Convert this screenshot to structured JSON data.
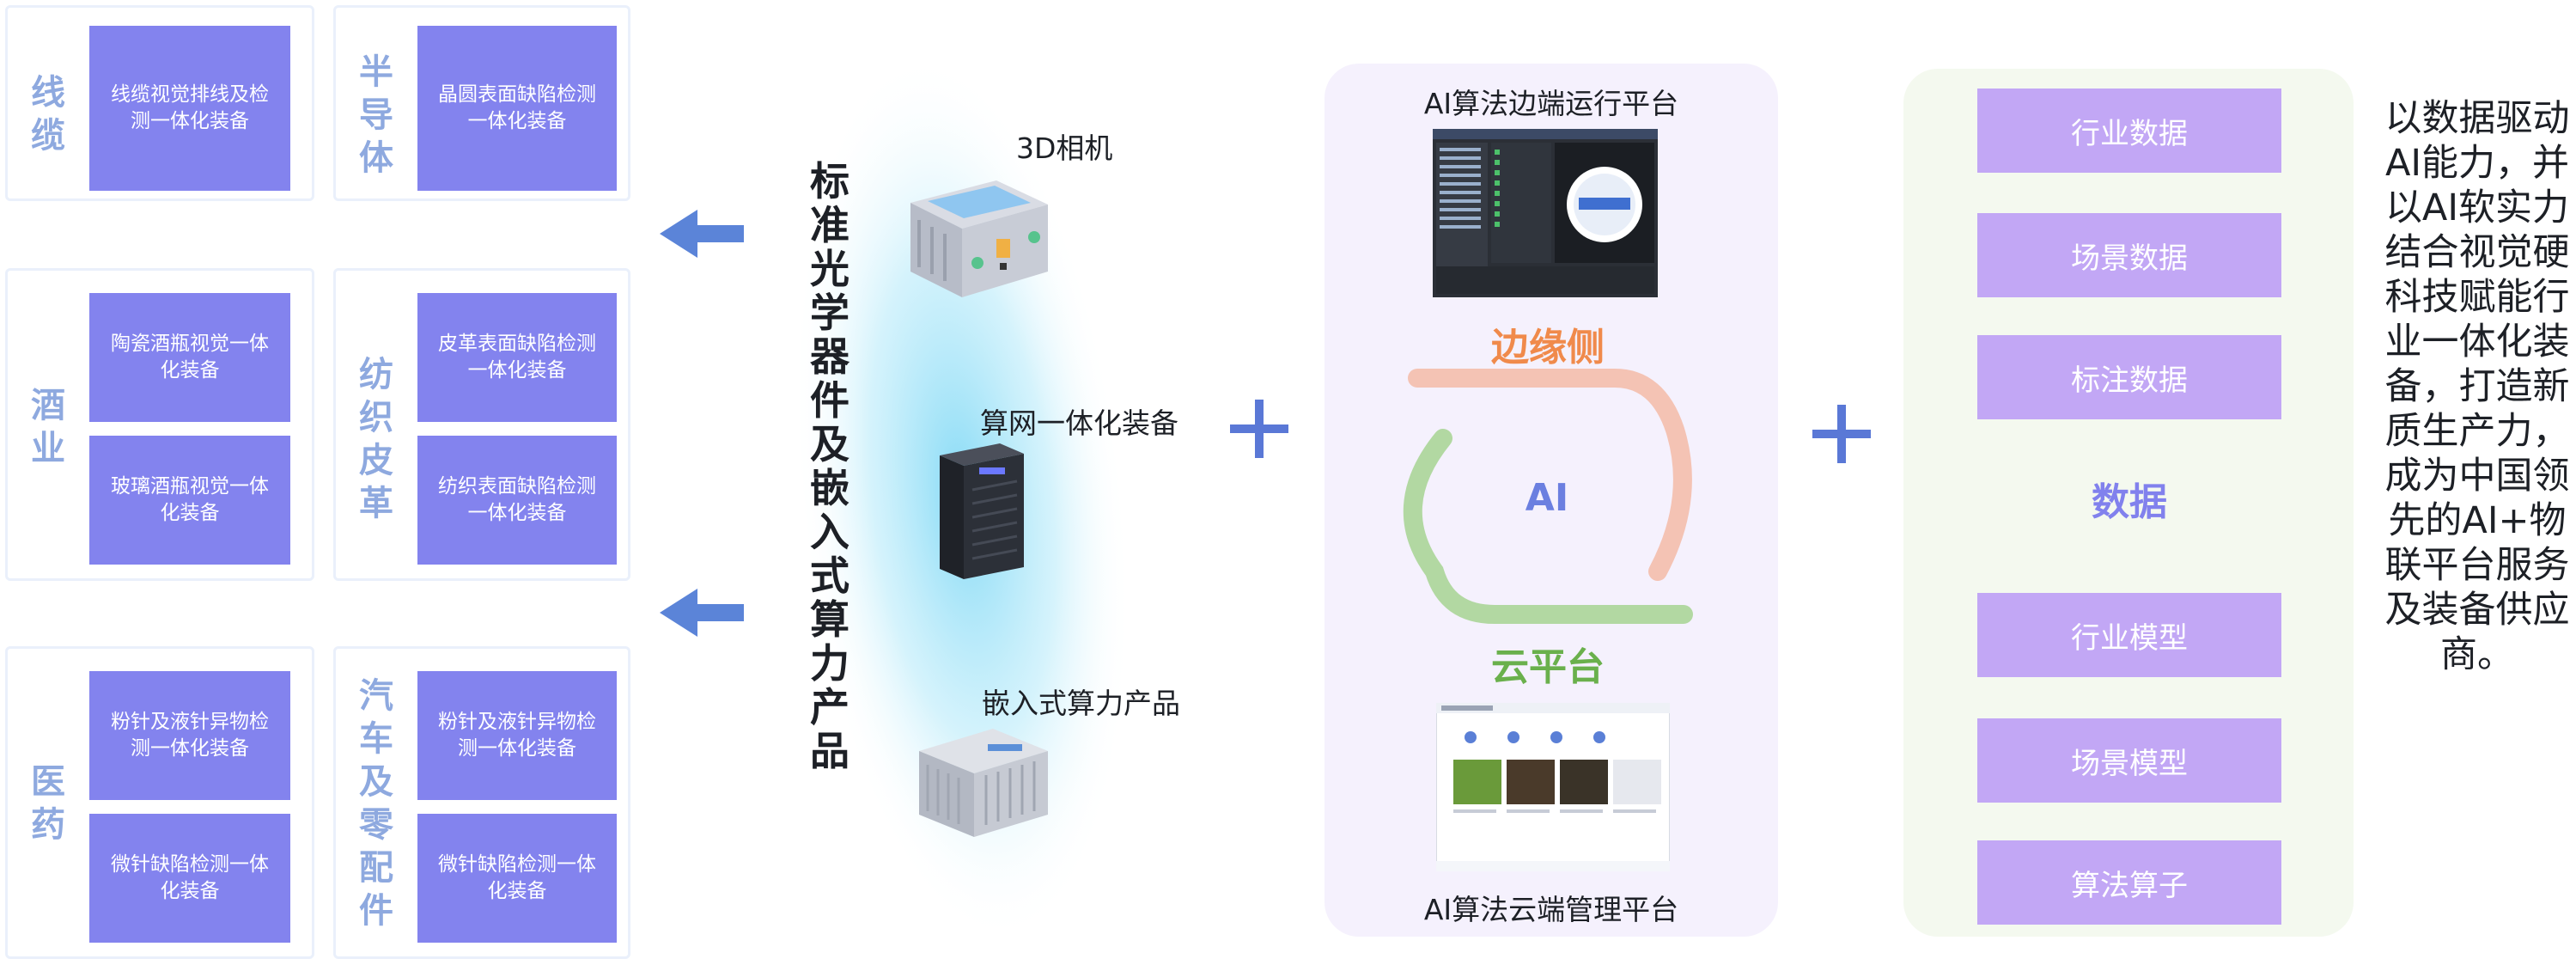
{
  "industries": [
    {
      "label": "线缆",
      "items": [
        "线缆视觉排线及检测一体化装备"
      ]
    },
    {
      "label": "半导体",
      "items": [
        "晶圆表面缺陷检测一体化装备"
      ]
    },
    {
      "label": "酒业",
      "items": [
        "陶瓷酒瓶视觉一体化装备",
        "玻璃酒瓶视觉一体化装备"
      ]
    },
    {
      "label": "纺织皮革",
      "items": [
        "皮革表面缺陷检测一体化装备",
        "纺织表面缺陷检测一体化装备"
      ]
    },
    {
      "label": "医药",
      "items": [
        "粉针及液针异物检测一体化装备",
        "微针缺陷检测一体化装备"
      ]
    },
    {
      "label": "汽车及零配件",
      "items": [
        "粉针及液针异物检测一体化装备",
        "微针缺陷检测一体化装备"
      ]
    }
  ],
  "center": {
    "vertical_title": "标准光学器件及嵌入式算力产品",
    "devices": [
      "3D相机",
      "算网一体化装备",
      "嵌入式算力产品"
    ]
  },
  "ai_panel": {
    "top_title": "AI算法边端运行平台",
    "edge_label": "边缘侧",
    "ai_label": "AI",
    "cloud_label": "云平台",
    "bottom_title": "AI算法云端管理平台"
  },
  "data_panel": {
    "items_top": [
      "行业数据",
      "场景数据",
      "标注数据"
    ],
    "center_label": "数据",
    "items_bottom": [
      "行业模型",
      "场景模型",
      "算法算子"
    ]
  },
  "description": "以数据驱动AI能力，并以AI软实力结合视觉硬科技赋能行业一体化装备，打造新质生产力，成为中国领先的AI+物联平台服务及装备供应商。",
  "colors": {
    "industry_box": "#8383ee",
    "industry_label": "#8ea9df",
    "edge": "#f08a4b",
    "cloud": "#6ab04c",
    "data_box": "#c2a7f5"
  }
}
